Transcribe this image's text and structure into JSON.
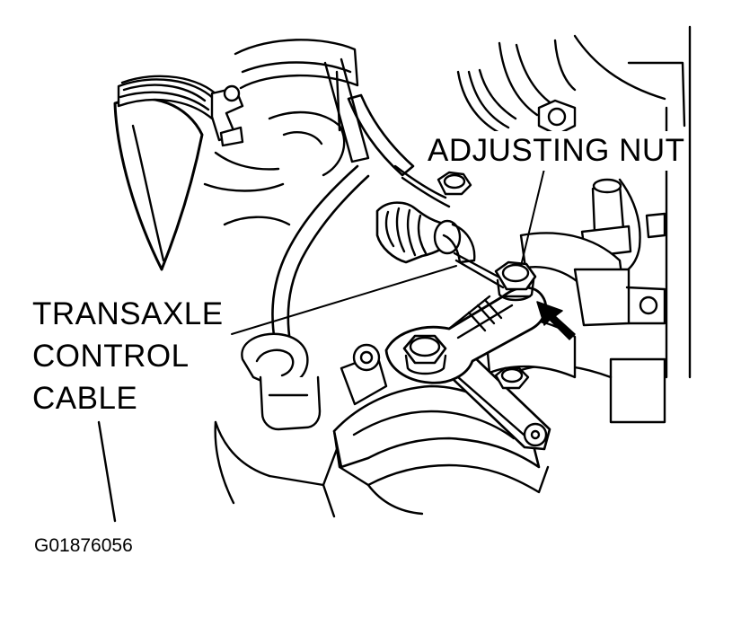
{
  "diagram": {
    "labels": {
      "adjusting_nut": "ADJUSTING NUT",
      "transaxle_line1": "TRANSAXLE",
      "transaxle_line2": "CONTROL",
      "transaxle_line3": "CABLE"
    },
    "figure_id": "G01876056",
    "line_color": "#000000",
    "background": "#ffffff"
  }
}
